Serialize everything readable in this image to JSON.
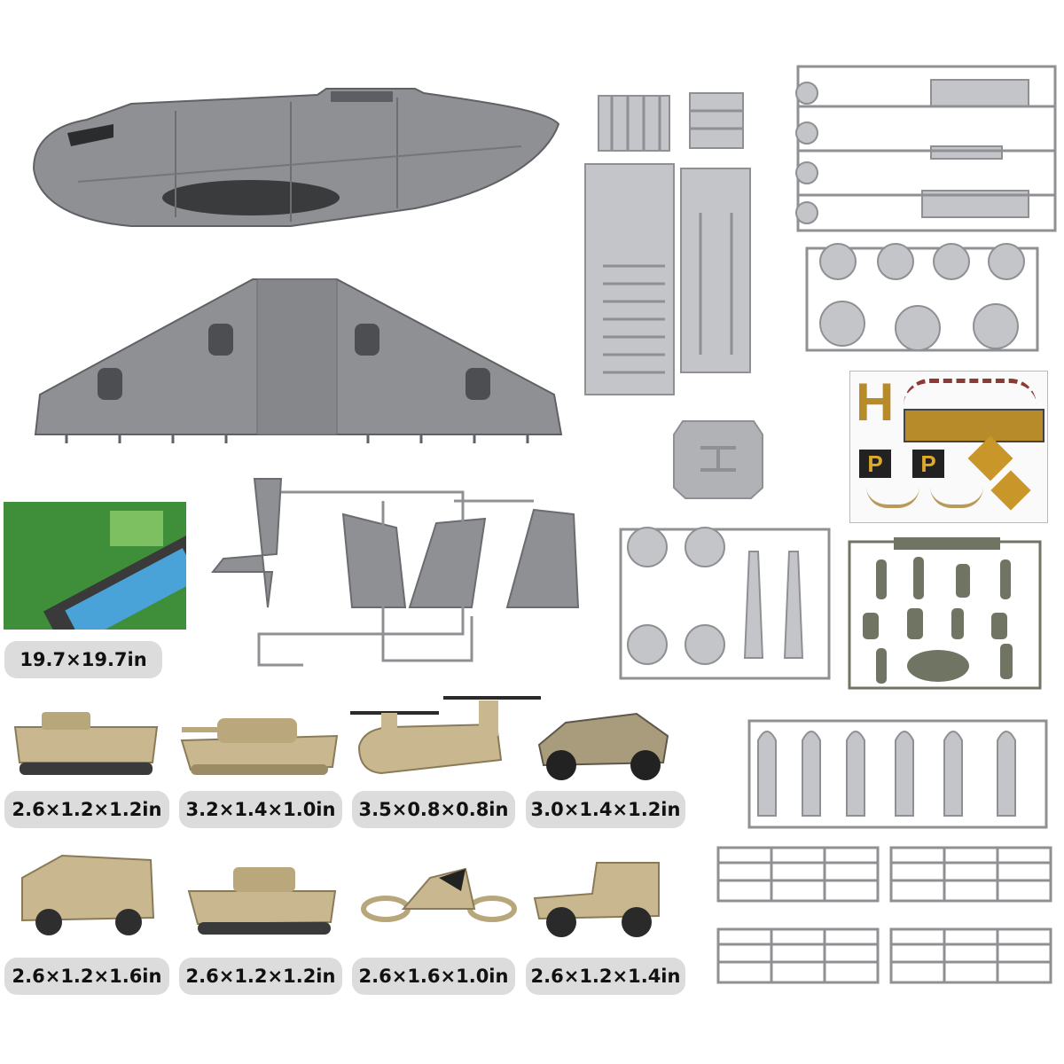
{
  "mat": {
    "label": "19.7×19.7in"
  },
  "vehicles": [
    {
      "name": "amphibious-tank",
      "dims": "2.6×1.2×1.2in"
    },
    {
      "name": "main-battle-tank",
      "dims": "3.2×1.4×1.0in"
    },
    {
      "name": "chinook-helicopter",
      "dims": "3.5×0.8×0.8in"
    },
    {
      "name": "off-road-buggy",
      "dims": "3.0×1.4×1.2in"
    },
    {
      "name": "armored-truck",
      "dims": "2.6×1.2×1.6in"
    },
    {
      "name": "light-tank",
      "dims": "2.6×1.2×1.2in"
    },
    {
      "name": "hover-craft",
      "dims": "2.6×1.6×1.0in"
    },
    {
      "name": "jeep",
      "dims": "2.6×1.2×1.4in"
    }
  ],
  "stickers": {
    "h_letter": "H",
    "p_letter": "P"
  },
  "colors": {
    "plastic_gray": "#8e9094",
    "light_gray": "#c4c5c8",
    "tan": "#c9b88f",
    "soldier_green": "#6f7562",
    "label_bg": "#dcdcdc"
  }
}
